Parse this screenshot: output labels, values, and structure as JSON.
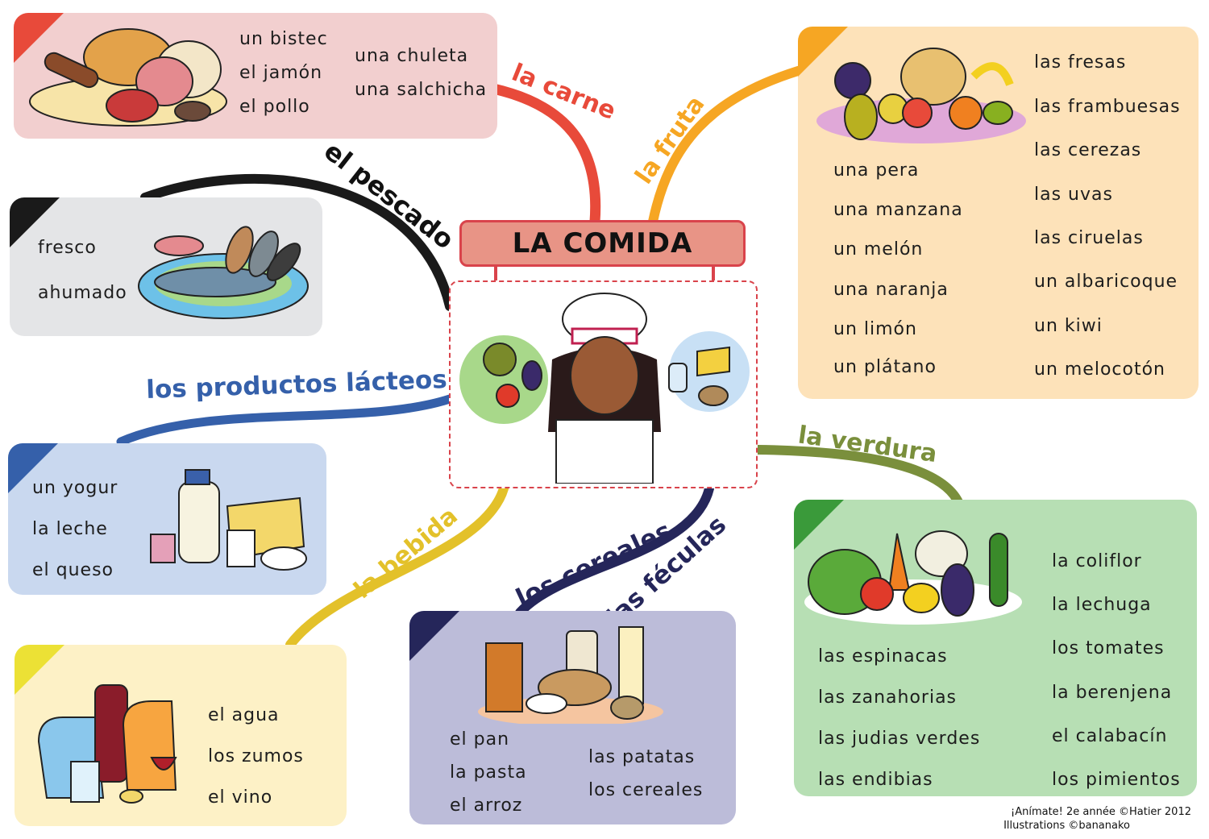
{
  "title": "LA COMIDA",
  "colors": {
    "carne": "#e84a3a",
    "fruta": "#f6a623",
    "pescado": "#1a1a1a",
    "lacteos": "#3560aa",
    "bebida": "#e3c12a",
    "cereales": "#25265a",
    "verdura": "#7a8f3c",
    "title_border": "#d9434b"
  },
  "categories": {
    "carne": {
      "label": "la carne",
      "words": [
        "un bistec",
        "el jamón",
        "el pollo",
        "una chuleta",
        "una salchicha"
      ]
    },
    "fruta": {
      "label": "la fruta",
      "words": [
        "una pera",
        "una manzana",
        "un melón",
        "una naranja",
        "un limón",
        "un plátano",
        "las fresas",
        "las frambuesas",
        "las cerezas",
        "las uvas",
        "las ciruelas",
        "un albaricoque",
        "un kiwi",
        "un melocotón"
      ]
    },
    "pescado": {
      "label": "el pescado",
      "words": [
        "fresco",
        "ahumado"
      ]
    },
    "lacteos": {
      "label": "los productos  lácteos",
      "words": [
        "un yogur",
        "la leche",
        "el queso"
      ]
    },
    "bebida": {
      "label": "la bebida",
      "words": [
        "el agua",
        "los zumos",
        "el vino"
      ]
    },
    "cereales": {
      "label": "los cereales",
      "label2": "las féculas",
      "words": [
        "el pan",
        "la pasta",
        "el arroz",
        "las patatas",
        "los cereales"
      ]
    },
    "verdura": {
      "label": "la verdura",
      "words": [
        "las espinacas",
        "las zanahorias",
        "las judias verdes",
        "las endibias",
        "la coliflor",
        "la lechuga",
        "los tomates",
        "la berenjena",
        "el calabacín",
        "los pimientos"
      ]
    }
  },
  "icons": [
    "meat-plate-illustration",
    "fish-plate-illustration",
    "fruit-bowl-illustration",
    "dairy-illustration",
    "drinks-illustration",
    "cereals-illustration",
    "vegetables-illustration",
    "chef-illustration"
  ],
  "credits": {
    "line1": "¡Anímate! 2e année ©Hatier 2012",
    "line2": "Illustrations ©bananako"
  }
}
